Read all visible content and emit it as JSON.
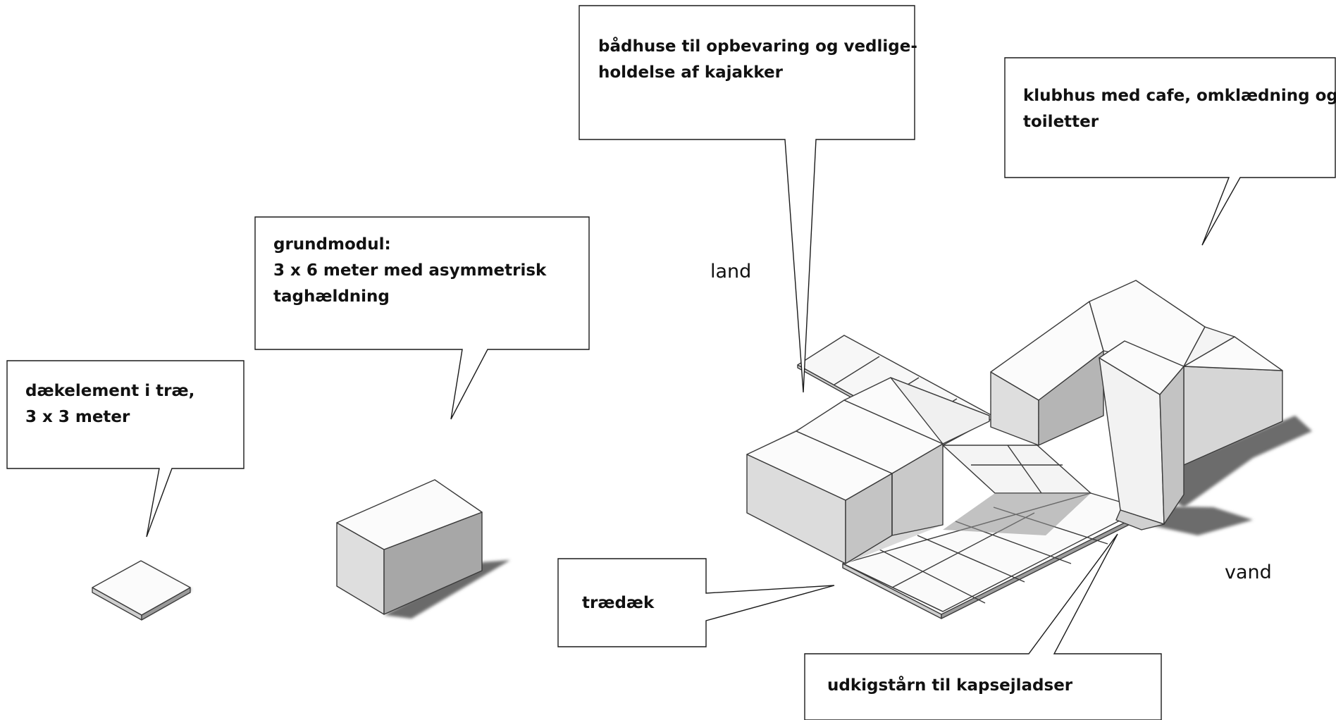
{
  "callouts": {
    "deck_element": {
      "lines": [
        "dækelement i træ,",
        "3 x 3 meter"
      ]
    },
    "base_module": {
      "lines": [
        "grundmodul:",
        "3 x 6 meter med asymmetrisk",
        "taghældning"
      ]
    },
    "boathouses": {
      "lines": [
        "bådhuse til opbevaring og vedlige-",
        "holdelse af kajakker"
      ]
    },
    "clubhouse": {
      "lines": [
        "klubhus med cafe, omklædning og",
        "toiletter"
      ]
    },
    "wood_deck": {
      "lines": [
        "trædæk"
      ]
    },
    "lookout_tower": {
      "lines": [
        "udkigstårn til kapsejladser"
      ]
    }
  },
  "labels": {
    "land": "land",
    "water": "vand"
  },
  "colors": {
    "top_face": "#fbfbfb",
    "light_face": "#dedede",
    "mid_face": "#c2c2c2",
    "dark_face": "#a6a6a6",
    "shadow": "#6c6c6c",
    "edge": "#3a3a3a"
  }
}
